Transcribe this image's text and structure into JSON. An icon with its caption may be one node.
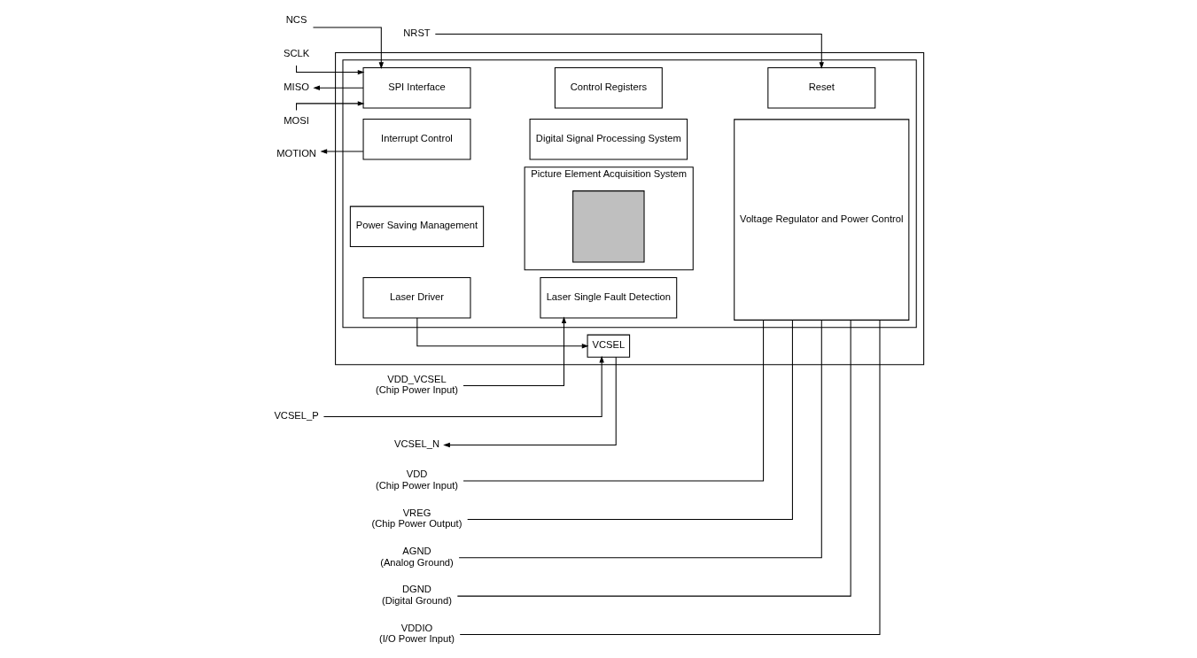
{
  "diagram": {
    "nodes": [
      {
        "text": [],
        "shape": "box"
      },
      {
        "text": [
          "VCSEL"
        ],
        "in": 0
      },
      {
        "text": [],
        "shape": "box",
        "in": 0
      },
      {
        "text": [
          "Laser Driver"
        ],
        "in": 2
      },
      {
        "text": [
          "Laser Single Fault Detection"
        ],
        "in": 2
      },
      {
        "text": [
          "Power Saving Management"
        ],
        "in": 2
      },
      {
        "text": [
          "Picture Element Acquisition System"
        ],
        "in": 2
      },
      {
        "text": [],
        "shape": "box",
        "in": 6
      },
      {
        "text": [
          "Interrupt Control"
        ],
        "in": 2
      },
      {
        "text": [
          "Digital Signal Processing System"
        ],
        "in": 2
      },
      {
        "text": [
          "SPI Interface"
        ],
        "in": 2
      },
      {
        "text": [
          "Voltage Regulator and Power Control"
        ],
        "in": 2
      },
      {
        "text": [
          "Control Registers"
        ],
        "in": 2
      },
      {
        "text": [
          "Reset"
        ],
        "in": 2
      },
      {
        "text": [
          "VCSEL_P"
        ]
      },
      {
        "text": [
          "VCSEL_N"
        ]
      },
      {
        "text": [
          "VDD_VCSEL",
          "(Chip Power Input)"
        ]
      },
      {
        "text": [
          "VREG",
          "(Chip Power Output)"
        ]
      },
      {
        "text": [
          "VDD",
          "(Chip Power Input)"
        ]
      },
      {
        "text": [
          "VDDIO",
          "(I/O Power Input)"
        ]
      },
      {
        "text": [
          "DGND",
          "(Digital Ground)"
        ]
      },
      {
        "text": [
          "AGND",
          "(Analog Ground)"
        ]
      },
      {
        "text": [
          "MOTION"
        ]
      },
      {
        "text": [
          "MOSI"
        ]
      },
      {
        "text": [
          "MISO"
        ]
      },
      {
        "text": [
          "SCLK"
        ]
      },
      {
        "text": [
          "NCS"
        ]
      },
      {
        "text": [
          "NRST"
        ]
      }
    ],
    "edges": [
      {
        "from": 14,
        "to": 1,
        "arrow": "to"
      },
      {
        "from": 1,
        "to": 15,
        "arrow": "to"
      },
      {
        "from": 3,
        "to": 1,
        "arrow": "to"
      },
      {
        "from": 16,
        "to": 4,
        "arrow": "to"
      },
      {
        "from": 11,
        "to": 17,
        "arrow": "none"
      },
      {
        "from": 11,
        "to": 18,
        "arrow": "none"
      },
      {
        "from": 11,
        "to": 19,
        "arrow": "none"
      },
      {
        "from": 11,
        "to": 20,
        "arrow": "none"
      },
      {
        "from": 11,
        "to": 21,
        "arrow": "none"
      },
      {
        "from": 8,
        "to": 22,
        "arrow": "to"
      },
      {
        "from": 23,
        "to": 10,
        "arrow": "to"
      },
      {
        "from": 10,
        "to": 24,
        "arrow": "to"
      },
      {
        "from": 25,
        "to": 10,
        "arrow": "to"
      },
      {
        "from": 26,
        "to": 10,
        "arrow": "to"
      },
      {
        "from": 27,
        "to": 13,
        "arrow": "to"
      }
    ]
  }
}
